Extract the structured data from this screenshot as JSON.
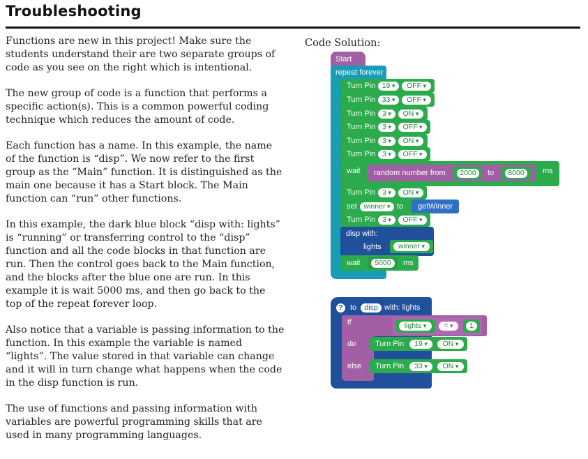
{
  "title": "Troubleshooting",
  "paragraphs": [
    "Functions are new in this project!  Make sure the students understand their are two separate groups of code as you see on the right which is intentional.",
    "The new group of code is a function that performs a specific action(s). This is a common powerful coding technique which reduces the amount of code.",
    "Each function has a name. In this example, the name of the function is “disp”. We now refer to the first group as the “Main” function. It is distinguished as the main one because it has a Start block.  The Main function can “run” other functions.",
    "In this example, the dark blue block “disp with: lights” is “running” or transferring control to the “disp” function and all the code blocks in that function are run. Then the control goes back to the Main function, and the blocks after the blue one are run. In this example it is wait 5000 ms, and then go back to the top of the repeat forever loop.",
    "Also notice that a variable is passing information to the function. In this example the variable is named “lights”. The value stored in that variable can change and it will in turn change what happens when the code in the disp function is run.",
    "The use of functions and passing information with variables are powerful programming skills that are used in many programming languages."
  ],
  "code_label": "Code Solution:",
  "main": {
    "start": "Start",
    "repeat": "repeat forever",
    "turn_pin": "Turn Pin",
    "pins": [
      {
        "pin": "19",
        "state": "OFF"
      },
      {
        "pin": "33",
        "state": "OFF"
      },
      {
        "pin": "3",
        "state": "ON"
      },
      {
        "pin": "3",
        "state": "OFF"
      },
      {
        "pin": "3",
        "state": "ON"
      },
      {
        "pin": "3",
        "state": "OFF"
      }
    ],
    "wait": "wait",
    "random": "random number from",
    "from": "2000",
    "to_word": "to",
    "to": "8000",
    "ms": "ms",
    "pin_after_wait": {
      "pin": "3",
      "state": "ON"
    },
    "set_word": "set",
    "set_var": "winner",
    "set_to": "to",
    "get_winner": "getWinner",
    "pin_after_set": {
      "pin": "3",
      "state": "OFF"
    },
    "disp_with": "disp  with:",
    "lights_label": "lights",
    "lights_value": "winner",
    "wait2": "wait",
    "wait2_value": "5000",
    "ms2": "ms"
  },
  "func": {
    "help_icon": "?",
    "to_word": "to",
    "name": "disp",
    "with_text": "with: lights",
    "if_word": "if",
    "cond_var": "lights",
    "cond_op": "=",
    "cond_val": "1",
    "do_word": "do",
    "do_pin": "19",
    "do_state": "ON",
    "else_word": "else",
    "else_pin": "33",
    "else_state": "ON",
    "turn_pin": "Turn Pin"
  }
}
